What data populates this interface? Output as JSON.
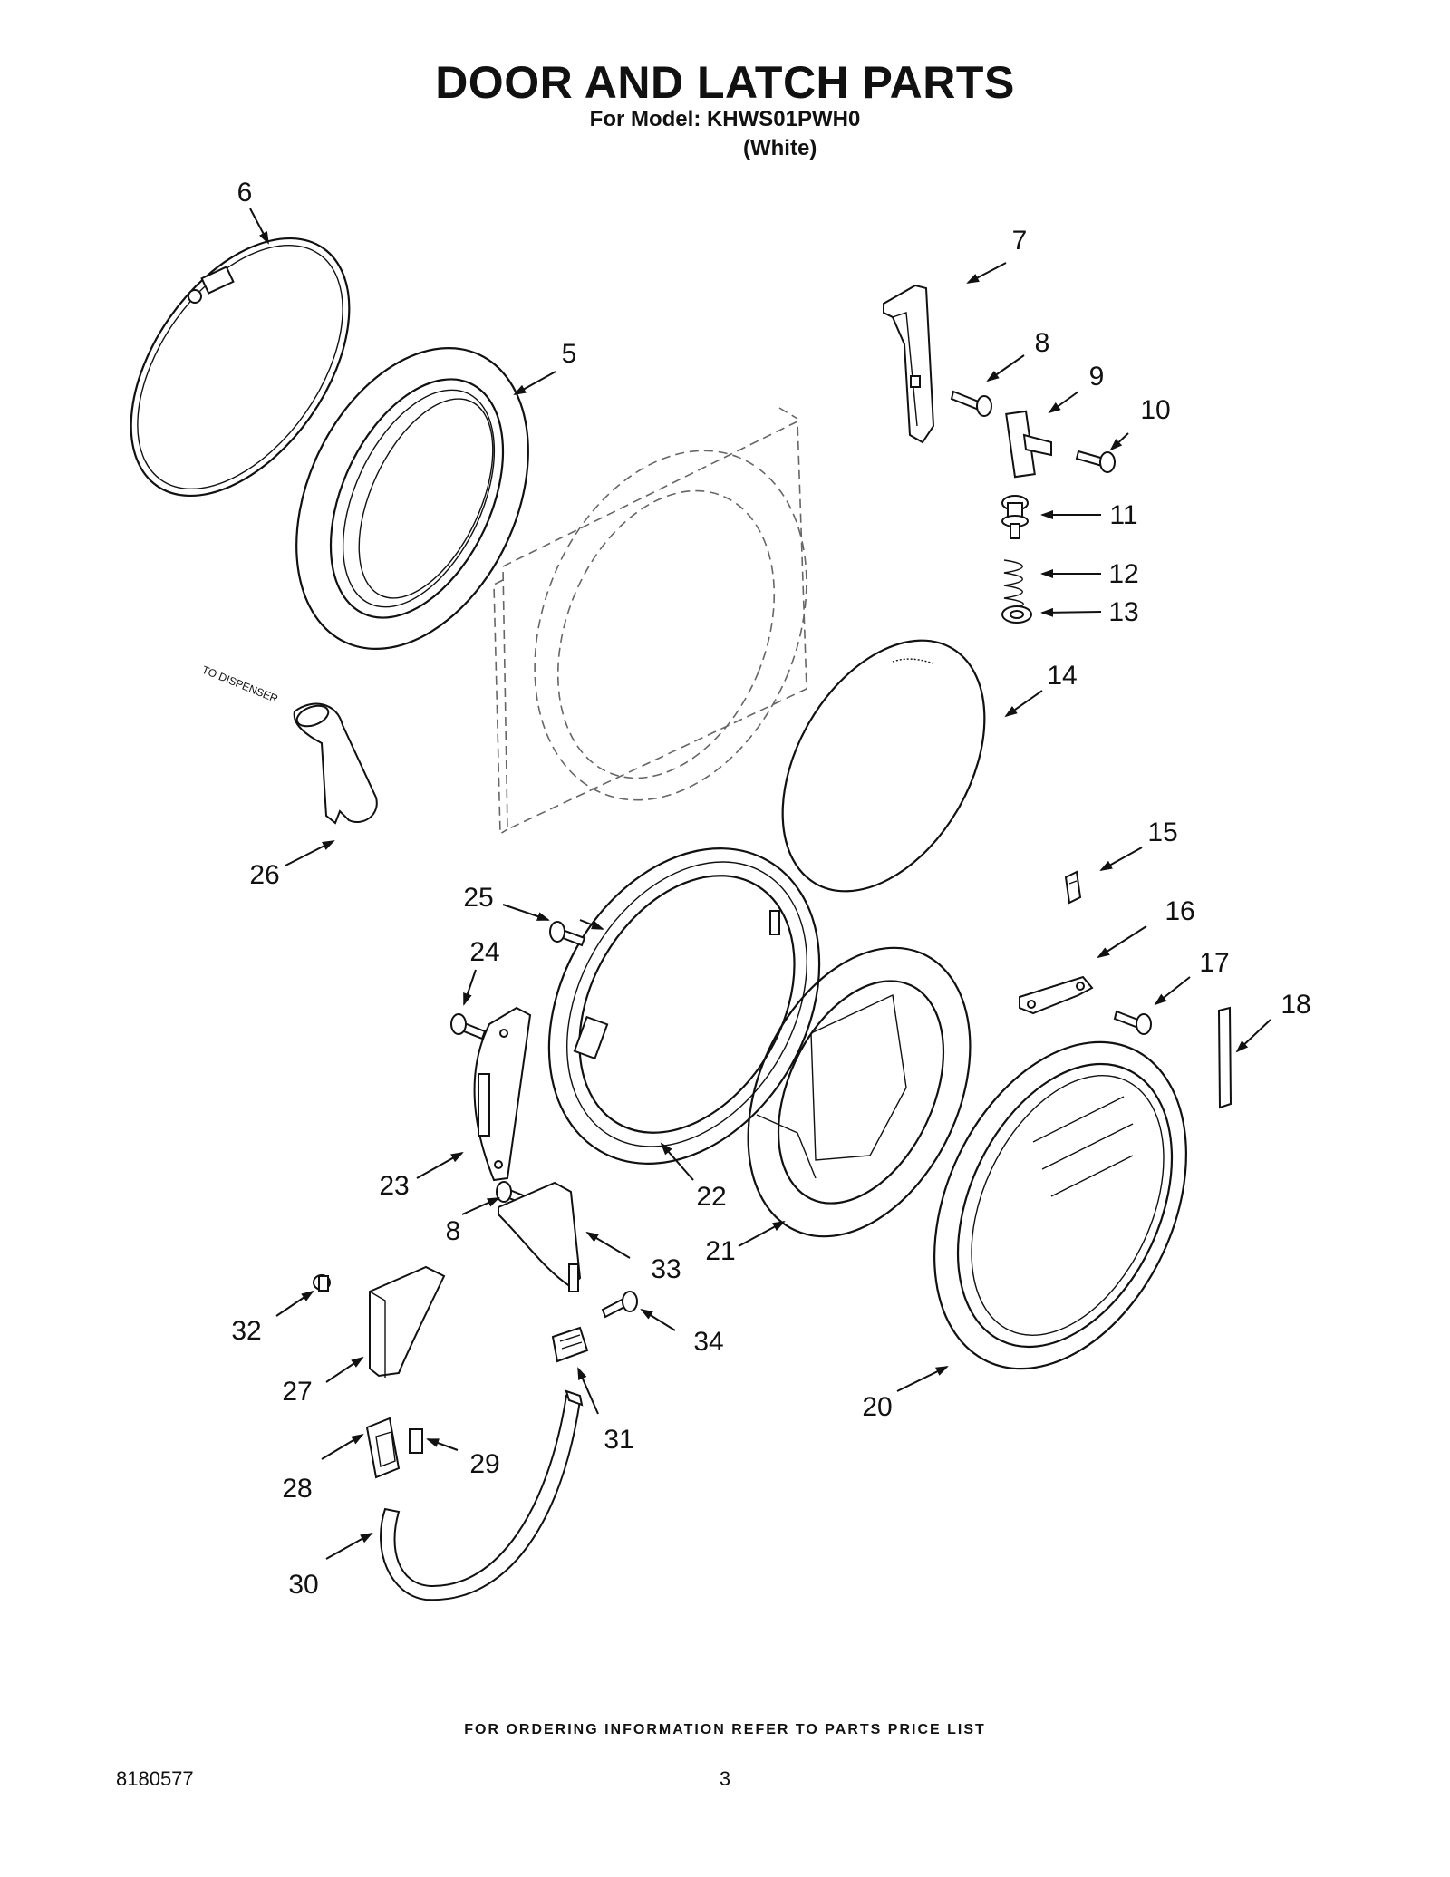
{
  "header": {
    "title": "DOOR AND LATCH PARTS",
    "model_line": "For Model: KHWS01PWH0",
    "color": "(White)"
  },
  "diagram": {
    "note_label": "TO DISPENSER",
    "callouts": [
      "5",
      "6",
      "7",
      "8",
      "9",
      "10",
      "11",
      "12",
      "13",
      "14",
      "15",
      "16",
      "17",
      "18",
      "20",
      "21",
      "22",
      "23",
      "24",
      "25",
      "26",
      "27",
      "28",
      "29",
      "30",
      "31",
      "32",
      "33",
      "34",
      "8"
    ]
  },
  "footer": {
    "ordering_note": "FOR ORDERING INFORMATION REFER TO PARTS PRICE LIST",
    "doc_number": "8180577",
    "page_number": "3"
  }
}
